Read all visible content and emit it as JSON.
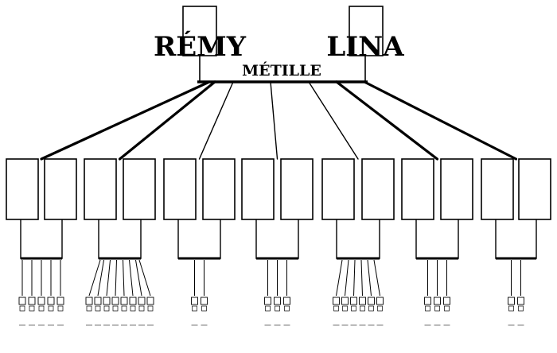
{
  "couple": {
    "partner_left": {
      "name": "RÉMY"
    },
    "partner_right": {
      "name": "LINA"
    },
    "surname": "MÉTILLE"
  },
  "children": [
    {
      "id": 1
    },
    {
      "id": 2
    },
    {
      "id": 3
    },
    {
      "id": 4
    },
    {
      "id": 5
    },
    {
      "id": 6
    },
    {
      "id": 7
    },
    {
      "id": 8
    },
    {
      "id": 9
    },
    {
      "id": 10
    },
    {
      "id": 11
    },
    {
      "id": 12
    },
    {
      "id": 13
    },
    {
      "id": 14
    }
  ],
  "families": [
    {
      "parents": [
        1,
        2
      ],
      "grandchildren": 5
    },
    {
      "parents": [
        3,
        4
      ],
      "grandchildren": 8
    },
    {
      "parents": [
        5,
        6
      ],
      "grandchildren": 2
    },
    {
      "parents": [
        7,
        8
      ],
      "grandchildren": 3
    },
    {
      "parents": [
        9,
        10
      ],
      "grandchildren": 6
    },
    {
      "parents": [
        11,
        12
      ],
      "grandchildren": 3
    },
    {
      "parents": [
        13,
        14
      ],
      "grandchildren": 2
    }
  ],
  "colors": {
    "line": "#000000",
    "box_fill": "#ffffff",
    "text": "#000000"
  }
}
